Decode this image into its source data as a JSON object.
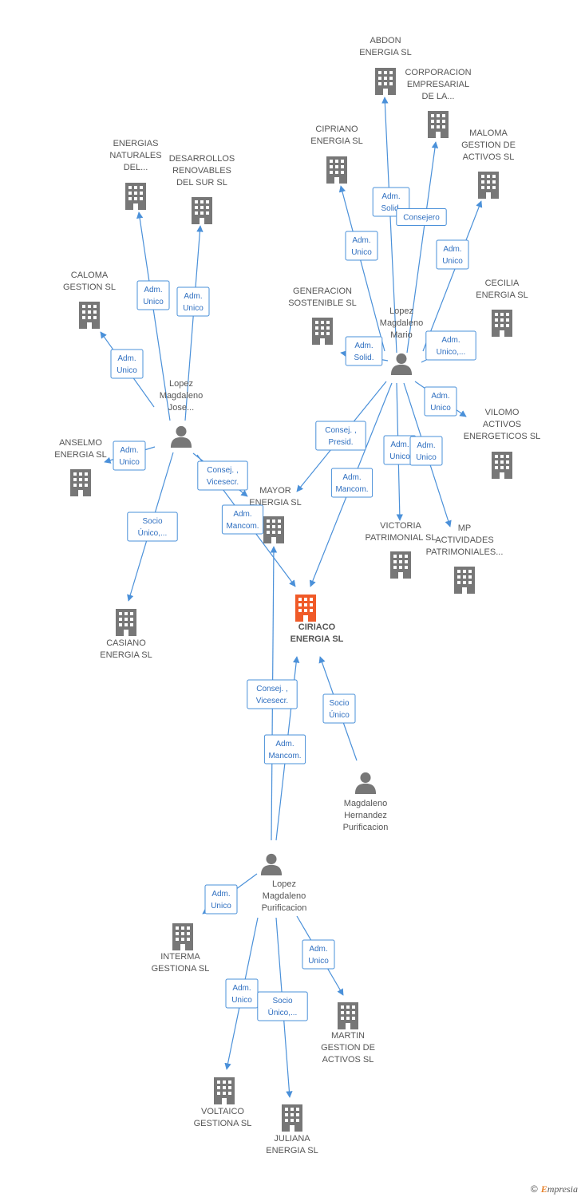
{
  "colors": {
    "edge": "#4a90d9",
    "node": "#777777",
    "focus": "#f05a28",
    "label": "#555555"
  },
  "nodes": [
    {
      "id": "abdon",
      "kind": "company",
      "label": [
        "ABDON",
        "ENERGIA SL"
      ]
    },
    {
      "id": "corporacion",
      "kind": "company",
      "label": [
        "CORPORACION",
        "EMPRESARIAL",
        "DE LA..."
      ]
    },
    {
      "id": "cipriano",
      "kind": "company",
      "label": [
        "CIPRIANO",
        "ENERGIA SL"
      ]
    },
    {
      "id": "maloma",
      "kind": "company",
      "label": [
        "MALOMA",
        "GESTION DE",
        "ACTIVOS SL"
      ]
    },
    {
      "id": "energias_naturales",
      "kind": "company",
      "label": [
        "ENERGIAS",
        "NATURALES",
        "DEL..."
      ]
    },
    {
      "id": "desarrollos",
      "kind": "company",
      "label": [
        "DESARROLLOS",
        "RENOVABLES",
        "DEL SUR SL"
      ]
    },
    {
      "id": "caloma",
      "kind": "company",
      "label": [
        "CALOMA",
        "GESTION SL"
      ]
    },
    {
      "id": "generacion",
      "kind": "company",
      "label": [
        "GENERACION",
        "SOSTENIBLE SL"
      ]
    },
    {
      "id": "cecilia",
      "kind": "company",
      "label": [
        "CECILIA",
        "ENERGIA SL"
      ]
    },
    {
      "id": "lopez_mario",
      "kind": "person",
      "label": [
        "Lopez",
        "Magdaleno",
        "Mario"
      ]
    },
    {
      "id": "lopez_jose",
      "kind": "person",
      "label": [
        "Lopez",
        "Magdaleno",
        "Jose..."
      ]
    },
    {
      "id": "anselmo",
      "kind": "company",
      "label": [
        "ANSELMO",
        "ENERGIA SL"
      ]
    },
    {
      "id": "vilomo",
      "kind": "company",
      "label": [
        "VILOMO",
        "ACTIVOS",
        "ENERGETICOS SL"
      ]
    },
    {
      "id": "mayor",
      "kind": "company",
      "label": [
        "MAYOR",
        "ENERGIA SL"
      ]
    },
    {
      "id": "victoria",
      "kind": "company",
      "label": [
        "VICTORIA",
        "PATRIMONIAL SL"
      ]
    },
    {
      "id": "mp",
      "kind": "company",
      "label": [
        "MP",
        "ACTIVIDADES",
        "PATRIMONIALES..."
      ]
    },
    {
      "id": "ciriaco",
      "kind": "focus",
      "label": [
        "CIRIACO",
        "ENERGIA SL"
      ]
    },
    {
      "id": "casiano",
      "kind": "company",
      "label": [
        "CASIANO",
        "ENERGIA SL"
      ]
    },
    {
      "id": "magdaleno_purificacion",
      "kind": "person",
      "label": [
        "Magdaleno",
        "Hernandez",
        "Purificacion"
      ]
    },
    {
      "id": "lopez_purificacion",
      "kind": "person",
      "label": [
        "Lopez",
        "Magdaleno",
        "Purificacion"
      ]
    },
    {
      "id": "interma",
      "kind": "company",
      "label": [
        "INTERMA",
        "GESTIONA SL"
      ]
    },
    {
      "id": "martin",
      "kind": "company",
      "label": [
        "MARTIN",
        "GESTION DE",
        "ACTIVOS SL"
      ]
    },
    {
      "id": "voltaico",
      "kind": "company",
      "label": [
        "VOLTAICO",
        "GESTIONA SL"
      ]
    },
    {
      "id": "juliana",
      "kind": "company",
      "label": [
        "JULIANA",
        "ENERGIA SL"
      ]
    }
  ],
  "edges": [
    {
      "from": "lopez_mario",
      "to": "abdon",
      "label": [
        "Adm.",
        "Solid."
      ]
    },
    {
      "from": "lopez_mario",
      "to": "corporacion",
      "label": [
        "Consejero"
      ]
    },
    {
      "from": "lopez_mario",
      "to": "cipriano",
      "label": [
        "Adm.",
        "Unico"
      ]
    },
    {
      "from": "lopez_mario",
      "to": "maloma",
      "label": [
        "Adm.",
        "Unico"
      ]
    },
    {
      "from": "lopez_mario",
      "to": "generacion",
      "label": [
        "Adm.",
        "Solid."
      ]
    },
    {
      "from": "lopez_mario",
      "to": "cecilia",
      "label": [
        "Adm.",
        "Unico,..."
      ]
    },
    {
      "from": "lopez_mario",
      "to": "vilomo",
      "label": [
        "Adm.",
        "Unico"
      ]
    },
    {
      "from": "lopez_mario",
      "to": "mayor",
      "label": [
        "Consej. ,",
        "Presid."
      ]
    },
    {
      "from": "lopez_mario",
      "to": "victoria",
      "label": [
        "Adm.",
        "Unico"
      ]
    },
    {
      "from": "lopez_mario",
      "to": "mp",
      "label": [
        "Adm.",
        "Unico"
      ]
    },
    {
      "from": "lopez_mario",
      "to": "ciriaco",
      "label": [
        "Adm.",
        "Mancom."
      ]
    },
    {
      "from": "lopez_jose",
      "to": "energias_naturales",
      "label": [
        "Adm.",
        "Unico"
      ]
    },
    {
      "from": "lopez_jose",
      "to": "desarrollos",
      "label": [
        "Adm.",
        "Unico"
      ]
    },
    {
      "from": "lopez_jose",
      "to": "caloma",
      "label": [
        "Adm.",
        "Unico"
      ]
    },
    {
      "from": "lopez_jose",
      "to": "anselmo",
      "label": [
        "Adm.",
        "Unico"
      ]
    },
    {
      "from": "lopez_jose",
      "to": "mayor",
      "label": [
        "Consej. ,",
        "Vicesecr."
      ]
    },
    {
      "from": "lopez_jose",
      "to": "ciriaco",
      "label": [
        "Adm.",
        "Mancom."
      ]
    },
    {
      "from": "lopez_jose",
      "to": "casiano",
      "label": [
        "Socio",
        "Único,..."
      ]
    },
    {
      "from": "lopez_purificacion",
      "to": "ciriaco",
      "label": [
        "Consej. ,",
        "Vicesecr."
      ]
    },
    {
      "from": "lopez_purificacion",
      "to": "mayor",
      "label": [
        "Adm.",
        "Mancom."
      ]
    },
    {
      "from": "magdaleno_purificacion",
      "to": "ciriaco",
      "label": [
        "Socio",
        "Único"
      ]
    },
    {
      "from": "lopez_purificacion",
      "to": "interma",
      "label": [
        "Adm.",
        "Unico"
      ]
    },
    {
      "from": "lopez_purificacion",
      "to": "martin",
      "label": [
        "Adm.",
        "Unico"
      ]
    },
    {
      "from": "lopez_purificacion",
      "to": "voltaico",
      "label": [
        "Adm.",
        "Unico"
      ]
    },
    {
      "from": "lopez_purificacion",
      "to": "juliana",
      "label": [
        "Socio",
        "Único,..."
      ]
    }
  ],
  "footer": {
    "copyright": "©",
    "brand_first": "E",
    "brand_rest": "mpresia"
  }
}
